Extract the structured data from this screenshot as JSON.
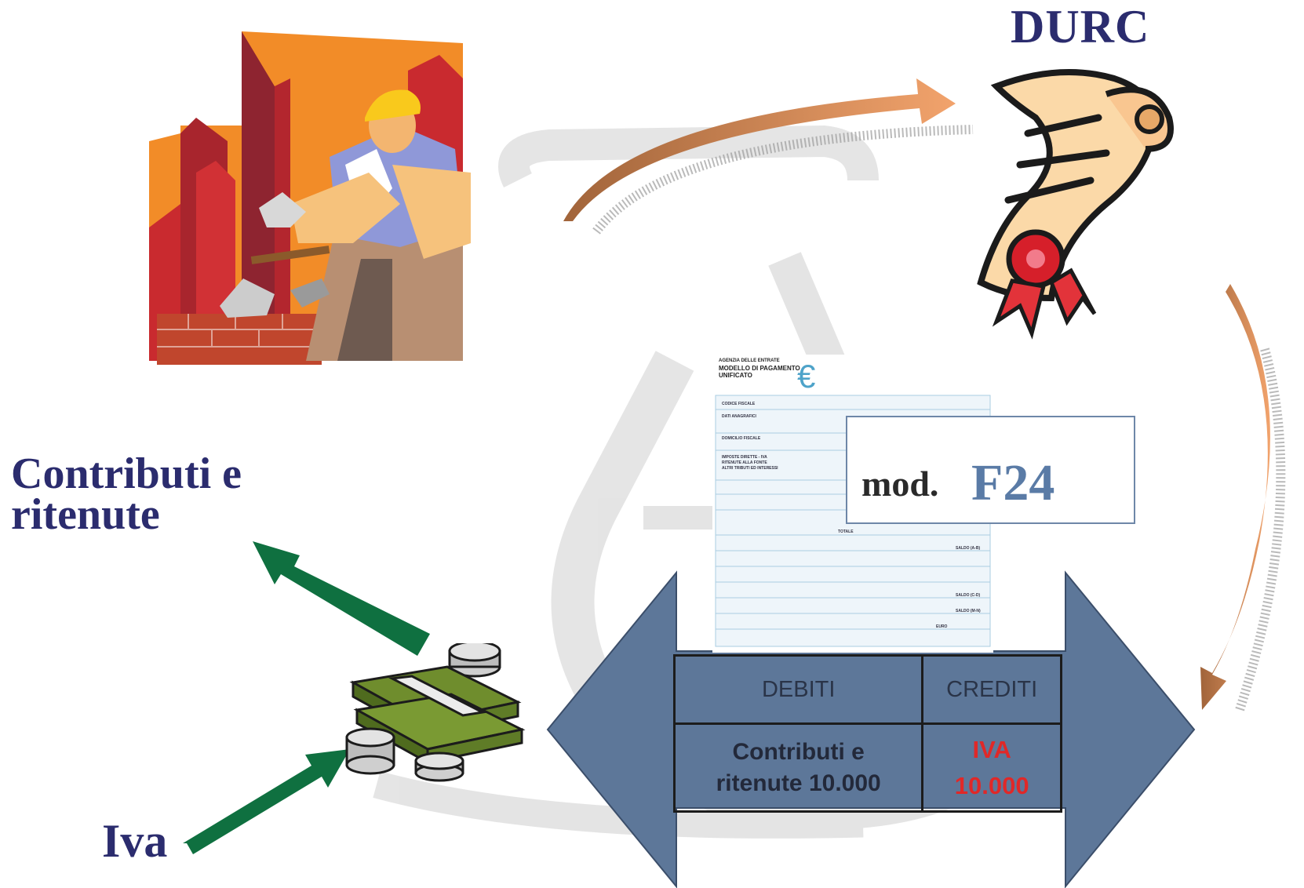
{
  "durc": {
    "title": "DURC"
  },
  "contributi": {
    "line1": "Contributi e",
    "line2": "ritenute"
  },
  "iva": {
    "label": "Iva"
  },
  "f24": {
    "prefix": "mod.",
    "code": "F24"
  },
  "ledger": {
    "headers": [
      "DEBITI",
      "CREDITI"
    ],
    "debit": {
      "line1": "Contributi e",
      "line2": "ritenute  10.000"
    },
    "credit": {
      "line1": "IVA",
      "line2": "10.000"
    }
  },
  "form_image": {
    "header_lines": [
      "AGENZIA DELLE ENTRATE",
      "MODELLO DI PAGAMENTO",
      "UNIFICATO"
    ],
    "sections": [
      "CODICE FISCALE",
      "DATI ANAGRAFICI",
      "DOMICILIO FISCALE",
      "IMPOSTE DIRETTE - IVA",
      "RITENUTE ALLA FONTE",
      "ALTRI TRIBUTI ED INTERESSI"
    ],
    "totals": [
      "TOTALE",
      "SALDO (A-B)",
      "SALDO (C-D)",
      "SALDO (M-N)",
      "EURO"
    ]
  },
  "colors": {
    "title_navy": "#2b2c6e",
    "green_arrow": "#0f7040",
    "double_arrow": "#5d7799",
    "credit_red": "#e02828",
    "f24_blue": "#5a7ba6"
  }
}
